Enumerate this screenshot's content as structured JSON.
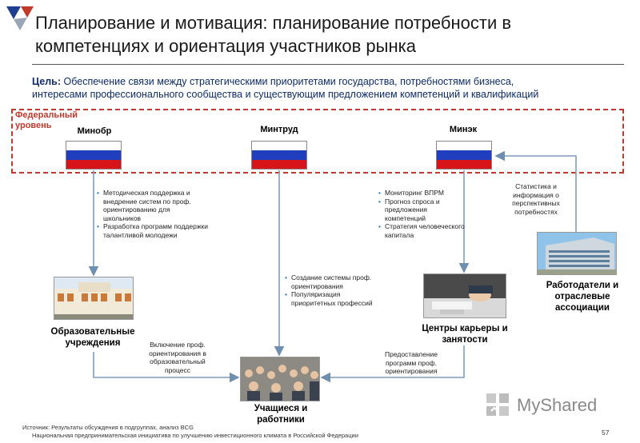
{
  "header": {
    "title_line1": "Планирование и мотивация: планирование потребности в",
    "title_line2": "компетенциях и ориентация участников рынка"
  },
  "goal": {
    "label": "Цель:",
    "text_line1": " Обеспечение связи между стратегическими приоритетами государства, потребностями бизнеса,",
    "text_line2": "интересами профессионального сообщества и существующим предложением компетенций и квалификаций"
  },
  "federal": {
    "label": "Федеральный уровень",
    "ministries": [
      "Минобр",
      "Минтруд",
      "Минэк"
    ]
  },
  "minobr_points": [
    "Методическая поддержка и внедрение систем по проф. ориентированию для школьников",
    "Разработка программ поддержки талантливой молодежи"
  ],
  "mintrud_points": [
    "Создание системы проф. ориентирования",
    "Популяризация приоритетных профессий"
  ],
  "minek_points": [
    "Мониторинг ВПРМ",
    "Прогноз спроса и предложения компетенций",
    "Стратегия человеческого капитала"
  ],
  "notes": {
    "statistics": "Статистика и информация о перспективных потребностях",
    "inclusion": "Включение проф. ориентирования в образовательный процесс",
    "provision": "Предоставление программ проф. ориентирования"
  },
  "entities": {
    "education": "Образовательные учреждения",
    "careers": "Центры карьеры и занятости",
    "employers": "Работодатели и отраслевые ассоциации",
    "students": "Учащиеся и работники"
  },
  "footer": {
    "source": "Источник: Результаты обсуждения в подгруппах, анализ BCG",
    "initiative": "Национальная предпринимательская инициатива по улучшению инвестиционного климата в Российской Федерации",
    "page": "57"
  },
  "brand": {
    "name": "MyShared"
  },
  "colors": {
    "flag_white": "#ffffff",
    "flag_blue": "#1f3fbf",
    "flag_red": "#d7141a",
    "federal_border": "#c0392b",
    "goal_text": "#0d2c66",
    "bullet": "#1f6fbf"
  }
}
